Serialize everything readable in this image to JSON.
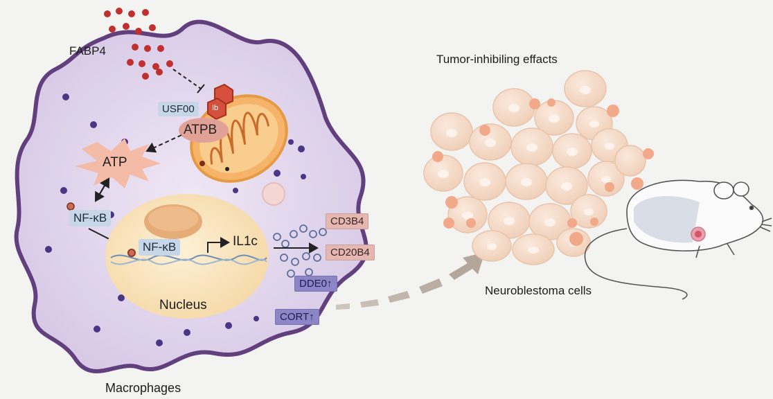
{
  "labels": {
    "fabp4": "FABP4",
    "usf": "USF00",
    "usf_badge": "Ib",
    "atpb": "ATPB",
    "atp": "ATP",
    "nfkb_top": "NF-κB",
    "nfkb_nucleus": "NF-κB",
    "il1c": "IL1c",
    "nucleus": "Nucleus",
    "macrophages": "Macrophages",
    "tumor_title": "Tumor-inhibiling effacts",
    "neuro": "Neurobl­estoma cells"
  },
  "markers": {
    "cd384": "CD3B4",
    "cd20b4": "CD20B4",
    "dded": "DDE0↑",
    "cort": "CORT↑"
  },
  "colors": {
    "cell_fill": "#ddd0ea",
    "cell_stroke": "#63407e",
    "nucleus": "#f9e6bf",
    "mito": "#f2a85a",
    "atp_burst": "#f4bba6",
    "tumor_cell": "#f6ddcb",
    "droplet": "#c0302e",
    "marker_pink": "#e6b7b1",
    "marker_purple": "#8c86c6"
  },
  "icons": [
    "cell-membrane",
    "mitochondrion-icon",
    "dna-helix-icon",
    "mouse-icon",
    "arrow-icon",
    "vesicle-icon"
  ]
}
